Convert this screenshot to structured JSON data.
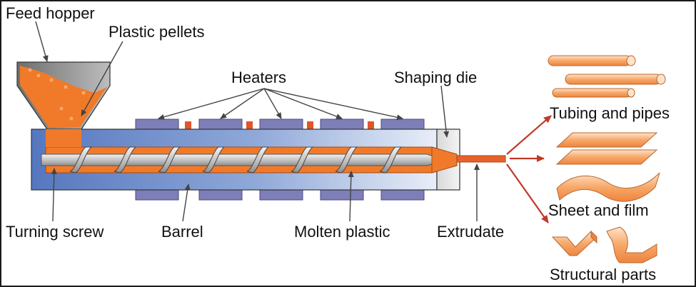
{
  "labels": {
    "feed_hopper": "Feed hopper",
    "plastic_pellets": "Plastic pellets",
    "heaters": "Heaters",
    "shaping_die": "Shaping die",
    "tubing_and_pipes": "Tubing and pipes",
    "sheet_and_film": "Sheet and film",
    "structural_parts": "Structural parts",
    "turning_screw": "Turning screw",
    "barrel": "Barrel",
    "molten_plastic": "Molten plastic",
    "extrudate": "Extrudate"
  },
  "colors": {
    "barrel_blue": "#5b7fc4",
    "molten_orange": "#f07a2a",
    "heater_purple": "#7e7fb8",
    "pointer_red": "#c0392b",
    "product_orange": "#f7a868",
    "hopper_gray": "#8a8a8a"
  }
}
